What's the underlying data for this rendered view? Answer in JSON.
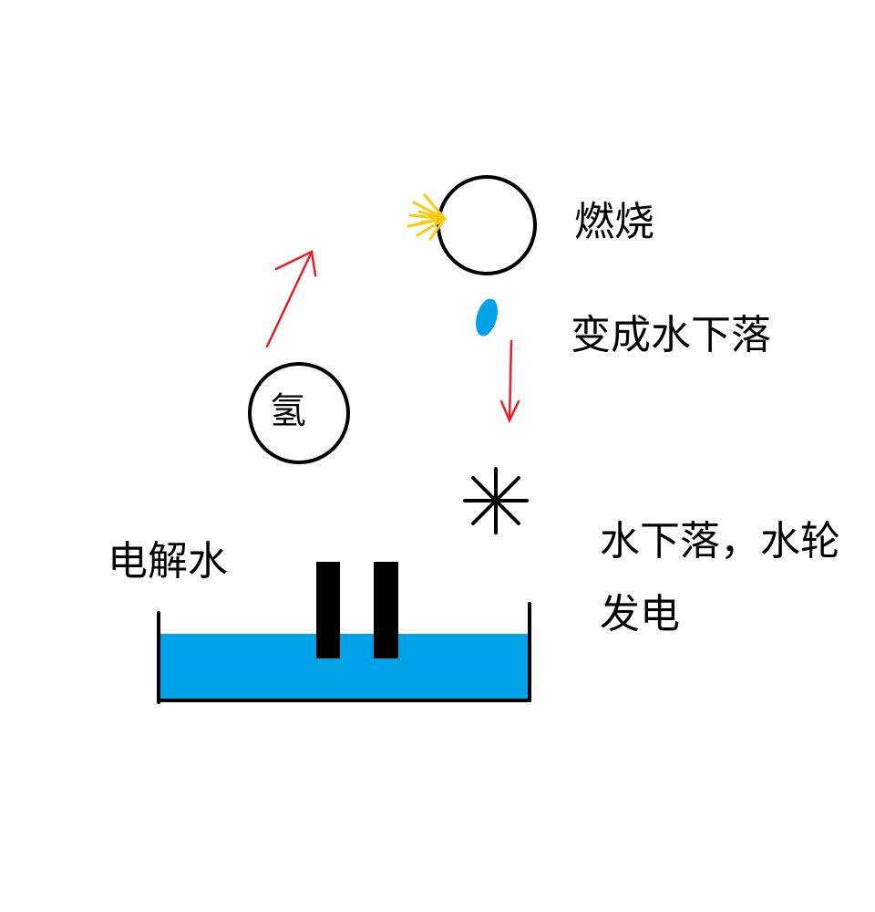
{
  "labels": {
    "combustion": "燃烧",
    "becomes_water_falls": "变成水下落",
    "water_falls_wheel_line1": "水下落，水轮",
    "water_falls_wheel_line2": "发电",
    "electrolysis": "电解水",
    "hydrogen": "氢"
  },
  "colors": {
    "water": "#00a2e8",
    "arrow": "#ed1c24",
    "flame": "#ffc90e",
    "outline": "#000000",
    "background": "#ffffff"
  },
  "icons": {
    "flame": "flame-icon",
    "water_drop": "water-drop-icon",
    "water_wheel": "water-wheel-icon"
  }
}
